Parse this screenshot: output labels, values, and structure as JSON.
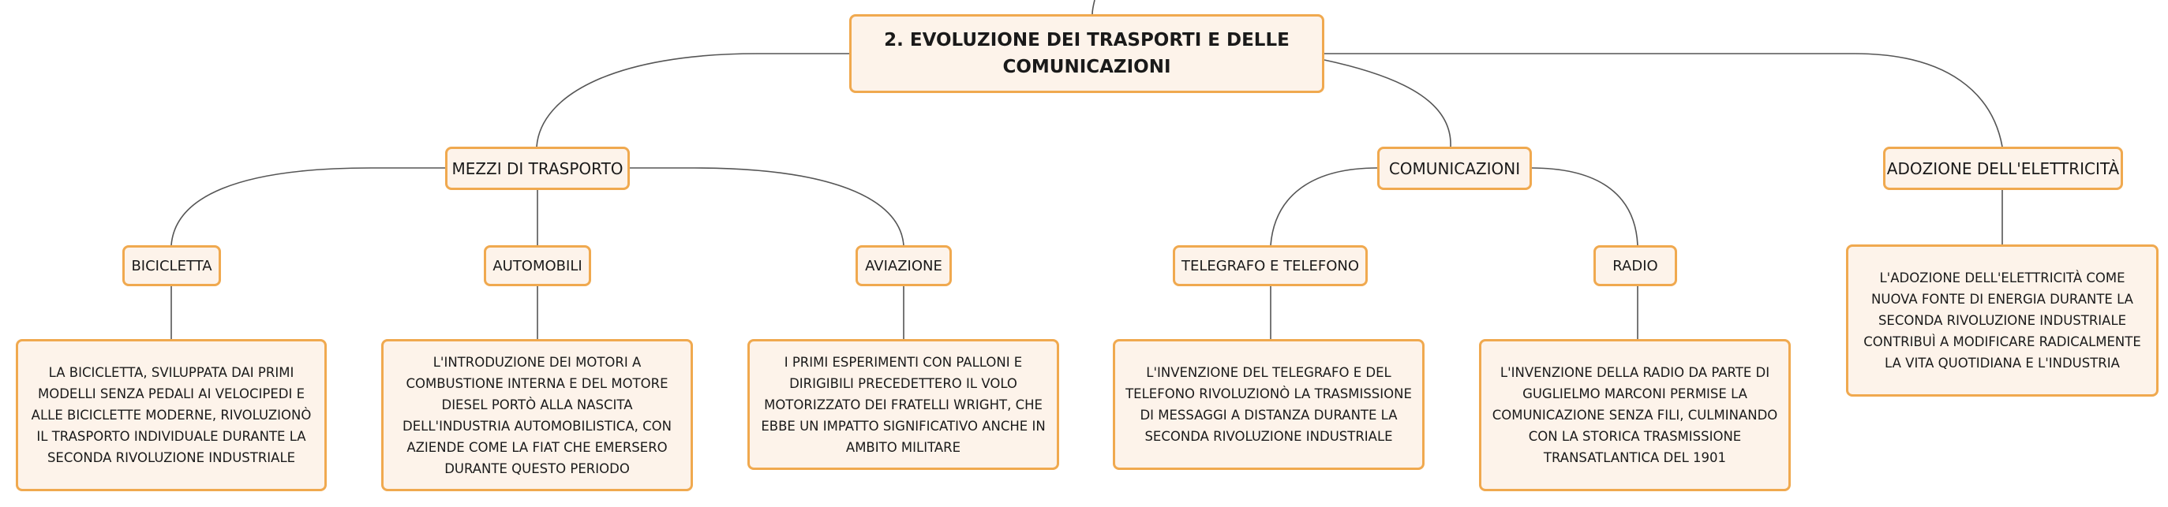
{
  "root": {
    "title": "2. EVOLUZIONE DEI TRASPORTI E DELLE COMUNICAZIONI"
  },
  "branches": {
    "trasporto": "MEZZI DI TRASPORTO",
    "comunicazioni": "COMUNICAZIONI",
    "elettricita": "ADOZIONE DELL'ELETTRICITÀ"
  },
  "topics": {
    "bicicletta": "BICICLETTA",
    "automobili": "AUTOMOBILI",
    "aviazione": "AVIAZIONE",
    "telegrafo": "TELEGRAFO E TELEFONO",
    "radio": "RADIO"
  },
  "details": {
    "bicicletta": "LA BICICLETTA, SVILUPPATA DAI PRIMI MODELLI SENZA PEDALI AI VELOCIPEDI E ALLE BICICLETTE MODERNE, RIVOLUZIONÒ IL TRASPORTO INDIVIDUALE DURANTE LA SECONDA RIVOLUZIONE INDUSTRIALE",
    "automobili": "L'INTRODUZIONE DEI MOTORI A COMBUSTIONE INTERNA E DEL MOTORE DIESEL PORTÒ ALLA NASCITA DELL'INDUSTRIA AUTOMOBILISTICA, CON AZIENDE COME LA FIAT CHE EMERSERO DURANTE QUESTO PERIODO",
    "aviazione": "I PRIMI ESPERIMENTI CON PALLONI E DIRIGIBILI PRECEDETTERO IL VOLO MOTORIZZATO DEI FRATELLI WRIGHT, CHE EBBE UN IMPATTO SIGNIFICATIVO ANCHE IN AMBITO MILITARE",
    "telegrafo": "L'INVENZIONE DEL TELEGRAFO E DEL TELEFONO RIVOLUZIONÒ LA TRASMISSIONE DI MESSAGGI A DISTANZA DURANTE LA SECONDA RIVOLUZIONE INDUSTRIALE",
    "radio": "L'INVENZIONE DELLA RADIO DA PARTE DI GUGLIELMO MARCONI PERMISE LA COMUNICAZIONE SENZA FILI, CULMINANDO CON LA STORICA TRASMISSIONE TRANSATLANTICA DEL 1901",
    "elettricita": "L'ADOZIONE DELL'ELETTRICITÀ COME NUOVA FONTE DI ENERGIA DURANTE LA SECONDA RIVOLUZIONE INDUSTRIALE CONTRIBUÌ A MODIFICARE RADICALMENTE LA VITA QUOTIDIANA E L'INDUSTRIA"
  },
  "colors": {
    "node_fill": "#fdf3ea",
    "node_border": "#f0a94f",
    "connector": "#555555"
  }
}
